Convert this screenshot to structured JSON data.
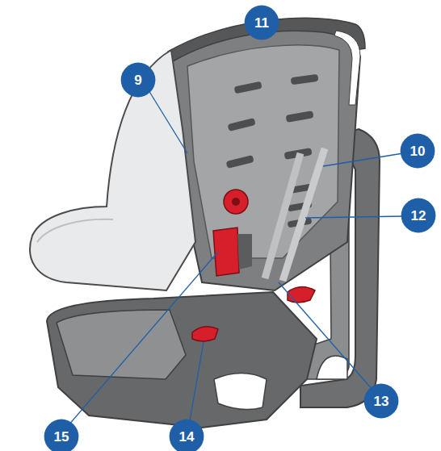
{
  "diagram": {
    "nodes": [
      {
        "text": [
          "11"
        ]
      },
      {
        "text": [
          "9"
        ]
      },
      {
        "text": [
          "10"
        ]
      },
      {
        "text": [
          "12"
        ]
      },
      {
        "text": [
          "13"
        ]
      },
      {
        "text": [
          "15"
        ]
      },
      {
        "text": [
          "14"
        ]
      }
    ]
  }
}
